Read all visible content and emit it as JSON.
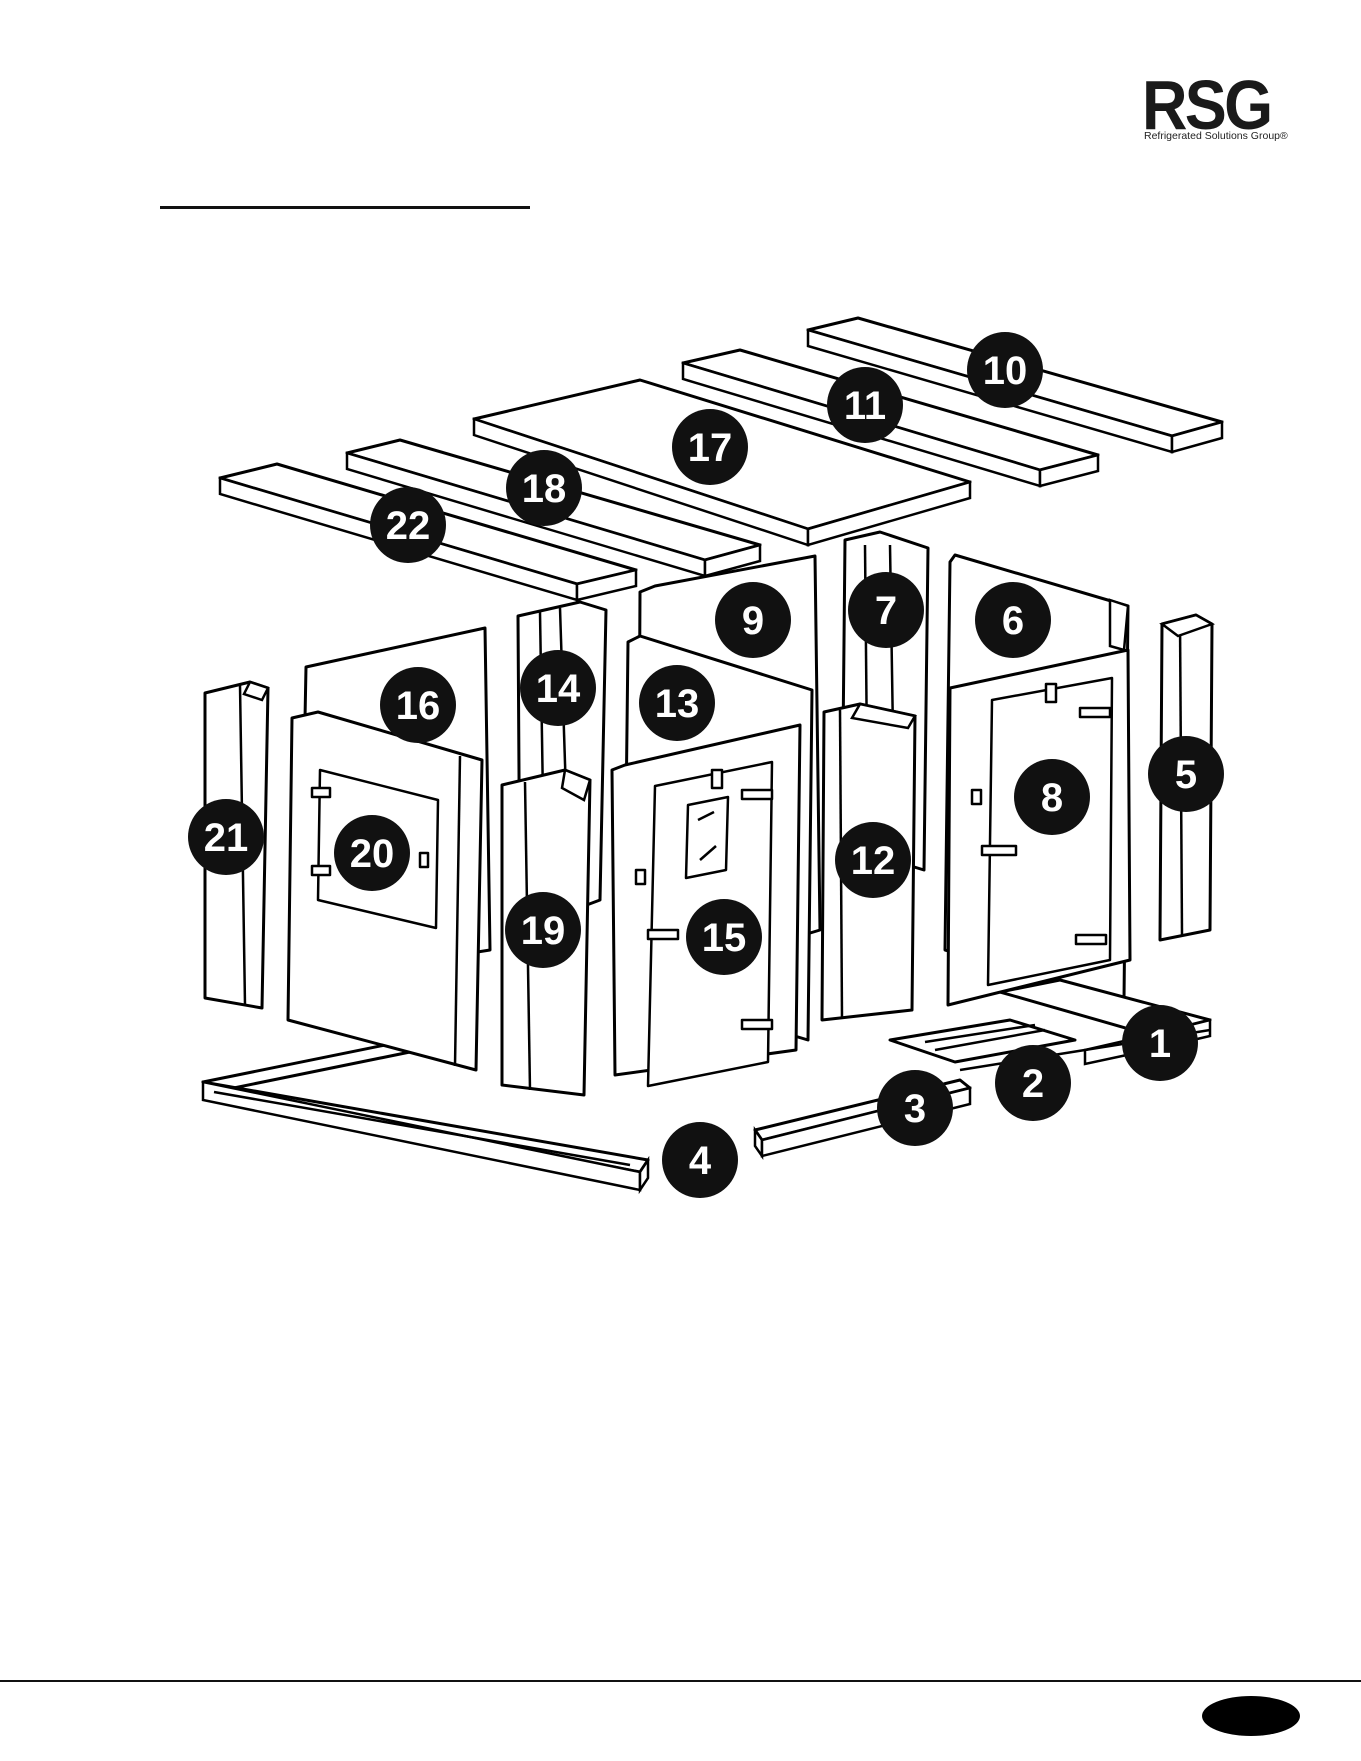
{
  "logo": {
    "main": "RSG",
    "sub": "Refrigerated Solutions Group®"
  },
  "callouts": [
    {
      "label": "1"
    },
    {
      "label": "2"
    },
    {
      "label": "3"
    },
    {
      "label": "4"
    },
    {
      "label": "5"
    },
    {
      "label": "6"
    },
    {
      "label": "7"
    },
    {
      "label": "8"
    },
    {
      "label": "9"
    },
    {
      "label": "10"
    },
    {
      "label": "11"
    },
    {
      "label": "12"
    },
    {
      "label": "13"
    },
    {
      "label": "14"
    },
    {
      "label": "15"
    },
    {
      "label": "16"
    },
    {
      "label": "17"
    },
    {
      "label": "18"
    },
    {
      "label": "19"
    },
    {
      "label": "20"
    },
    {
      "label": "21"
    },
    {
      "label": "22"
    }
  ],
  "colors": {
    "ink": "#000000",
    "paper": "#ffffff"
  }
}
